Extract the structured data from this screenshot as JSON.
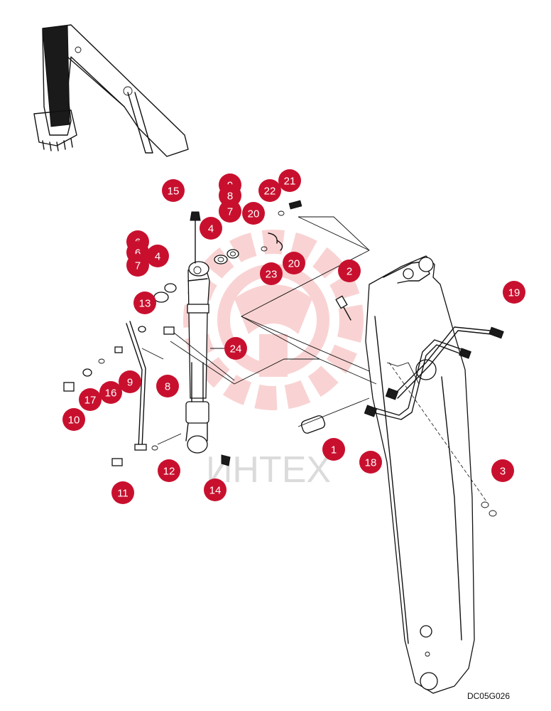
{
  "watermark": {
    "text": "ИНТЕХ",
    "color": "#e83a3a"
  },
  "drawing_code": "DC05G026",
  "callout_color": "#c8102e",
  "callouts": [
    {
      "label": "15"
    },
    {
      "label": "9"
    },
    {
      "label": "8"
    },
    {
      "label": "21"
    },
    {
      "label": "22"
    },
    {
      "label": "7"
    },
    {
      "label": "20"
    },
    {
      "label": "4"
    },
    {
      "label": "23"
    },
    {
      "label": "20"
    },
    {
      "label": "6"
    },
    {
      "label": "6"
    },
    {
      "label": "4"
    },
    {
      "label": "7"
    },
    {
      "label": "13"
    },
    {
      "label": "2"
    },
    {
      "label": "19"
    },
    {
      "label": "24"
    },
    {
      "label": "9"
    },
    {
      "label": "8"
    },
    {
      "label": "16"
    },
    {
      "label": "17"
    },
    {
      "label": "10"
    },
    {
      "label": "1"
    },
    {
      "label": "18"
    },
    {
      "label": "12"
    },
    {
      "label": "14"
    },
    {
      "label": "11"
    },
    {
      "label": "3"
    }
  ]
}
